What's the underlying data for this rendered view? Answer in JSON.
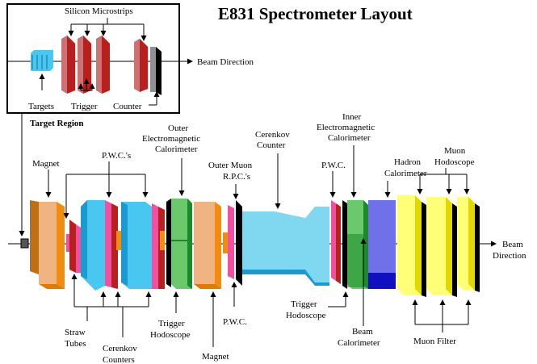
{
  "title": "E831  Spectrometer  Layout",
  "inset": {
    "silicon_microstrips": "Silicon  Microstrips",
    "beam_direction": "Beam  Direction",
    "targets": "Targets",
    "trigger": "Trigger",
    "counter": "Counter",
    "region_label": "Target Region"
  },
  "labels": {
    "magnet_1": "Magnet",
    "pwcs": "P.W.C.'s",
    "outer_em_cal": [
      "Outer",
      "Electromagnetic",
      "Calorimeter"
    ],
    "outer_muon_rpcs": [
      "Outer  Muon",
      "R.P.C.'s"
    ],
    "cerenkov_counter": [
      "Cerenkov",
      "Counter"
    ],
    "inner_em_cal": [
      "Inner",
      "Electromagnetic",
      "Calorimeter"
    ],
    "pwc_top": "P.W.C.",
    "hadron_cal": "Hadron",
    "calorimeter": "Calorimeter",
    "muon_hodoscope": [
      "Muon",
      "Hodoscope"
    ],
    "beam_direction": [
      "Beam",
      "Direction"
    ],
    "straw_tubes": [
      "Straw",
      "Tubes"
    ],
    "cerenkov_counters": [
      "Cerenkov",
      "Counters"
    ],
    "trigger_hodoscope_1": [
      "Trigger",
      "Hodoscope"
    ],
    "magnet_2": "Magnet",
    "pwc_bottom": "P.W.C.",
    "trigger_hodoscope_2": [
      "Trigger",
      "Hodoscope"
    ],
    "beam_calorimeter": [
      "Beam",
      "Calorimeter"
    ],
    "muon_filter": "Muon  Filter"
  },
  "colors": {
    "target": "#48c8f0",
    "silicon": "#d07070",
    "trigger_counter": "#b82020",
    "magnet": "#f0b482",
    "magnet_side": "#f08c10",
    "pwc": "#f050a0",
    "cerenkov": "#80d8f0",
    "em_cal": "#6cc86c",
    "em_cal_dark": "#1a8a2a",
    "hadron": "#7070e8",
    "hadron_dark": "#1010c0",
    "muon_filter": "#ffff78",
    "muon_filter_dark": "#e0d800"
  }
}
